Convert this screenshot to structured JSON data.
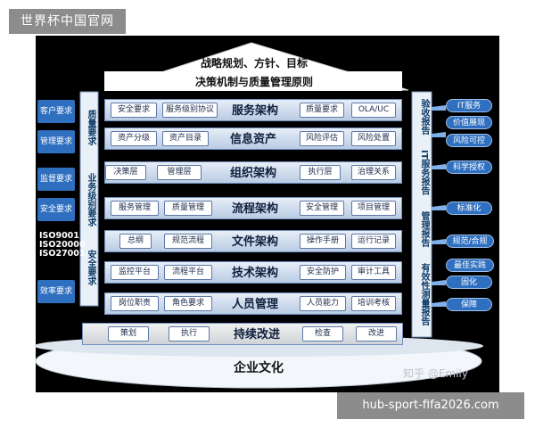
{
  "watermarks": {
    "top": "世界杯中国官网",
    "bottom": "hub-sport-fifa2026.com",
    "zhihu": "知乎 @Emily"
  },
  "roof": {
    "line1": "战略规划、方针、目标",
    "line2": "决策机制与质量管理原则"
  },
  "base": "企业文化",
  "left_labels": [
    "客户要求",
    "管理要求",
    "监督要求",
    "安全要求",
    "效率要求"
  ],
  "iso": [
    "ISO9001",
    "ISO20000",
    "ISO27001"
  ],
  "left_pillar": {
    "top": "质量要求",
    "mid": "业务级别要求",
    "bottom": "安全要求"
  },
  "right_pillar": {
    "p1": "验收报告",
    "p2": "IT服务报告",
    "p3": "管理报告",
    "p4": "有效性测量报告"
  },
  "right_pills": [
    "IT服务",
    "价值展现",
    "风险可控",
    "科学授权",
    "标准化",
    "规范/合规",
    "最佳实践",
    "固化",
    "保障"
  ],
  "layers": [
    {
      "title": "服务架构",
      "chips": [
        "安全要求",
        "服务级别协议",
        "质量要求",
        "OLA/UC"
      ]
    },
    {
      "title": "信息资产",
      "chips": [
        "资产分级",
        "资产目录",
        "风险评估",
        "风险处置"
      ]
    },
    {
      "title": "组织架构",
      "chips": [
        "决策层",
        "管理层",
        "执行层",
        "治理关系"
      ]
    },
    {
      "title": "流程架构",
      "chips": [
        "服务管理",
        "质量管理",
        "安全管理",
        "项目管理"
      ]
    },
    {
      "title": "文件架构",
      "chips": [
        "总纲",
        "规范流程",
        "操作手册",
        "运行记录"
      ]
    },
    {
      "title": "技术架构",
      "chips": [
        "监控平台",
        "流程平台",
        "安全防护",
        "审计工具"
      ]
    },
    {
      "title": "人员管理",
      "chips": [
        "岗位职责",
        "角色要求",
        "人员能力",
        "培训考核"
      ]
    },
    {
      "title": "持续改进",
      "chips": [
        "策划",
        "执行",
        "检查",
        "改进"
      ]
    }
  ]
}
